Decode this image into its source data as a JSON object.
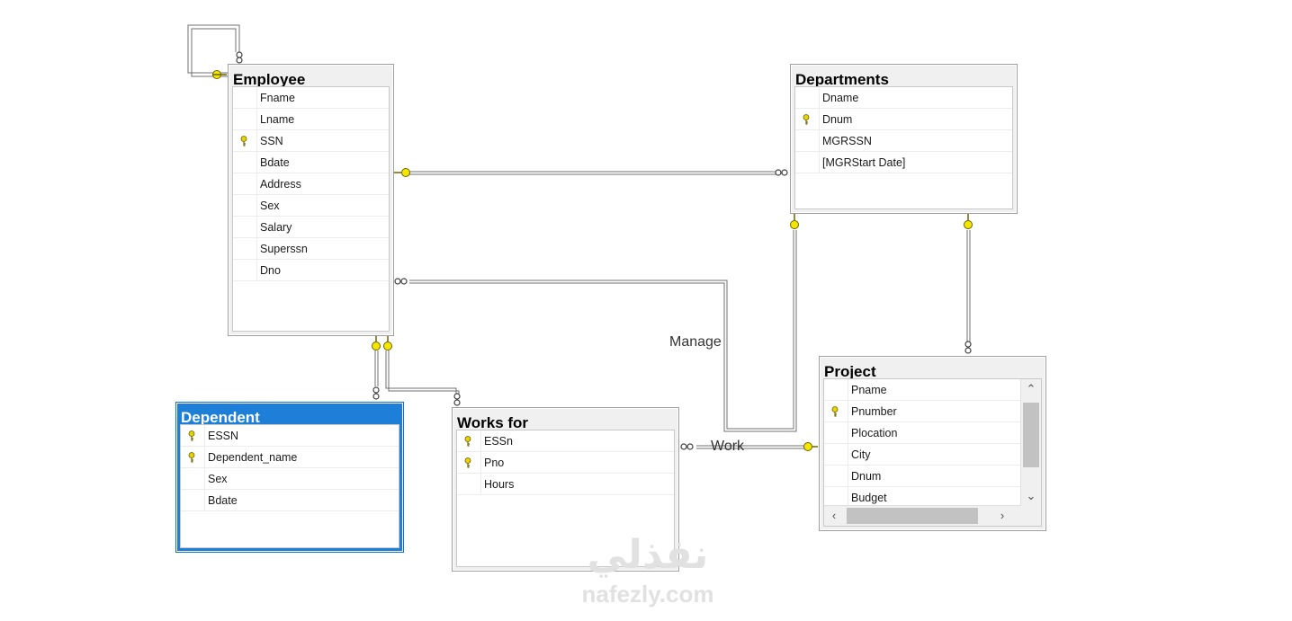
{
  "tables": [
    {
      "id": "employee",
      "title": "Employee",
      "columns": [
        {
          "name": "Fname",
          "key": false
        },
        {
          "name": "Lname",
          "key": false
        },
        {
          "name": "SSN",
          "key": true
        },
        {
          "name": "Bdate",
          "key": false
        },
        {
          "name": "Address",
          "key": false
        },
        {
          "name": "Sex",
          "key": false
        },
        {
          "name": "Salary",
          "key": false
        },
        {
          "name": "Superssn",
          "key": false
        },
        {
          "name": "Dno",
          "key": false
        }
      ]
    },
    {
      "id": "departments",
      "title": "Departments",
      "columns": [
        {
          "name": "Dname",
          "key": false
        },
        {
          "name": "Dnum",
          "key": true
        },
        {
          "name": "MGRSSN",
          "key": false
        },
        {
          "name": "[MGRStart Date]",
          "key": false
        }
      ]
    },
    {
      "id": "dependent",
      "title": "Dependent",
      "selected": true,
      "columns": [
        {
          "name": "ESSN",
          "key": true
        },
        {
          "name": "Dependent_name",
          "key": true
        },
        {
          "name": "Sex",
          "key": false
        },
        {
          "name": "Bdate",
          "key": false
        }
      ]
    },
    {
      "id": "works-for",
      "title": "Works for",
      "columns": [
        {
          "name": "ESSn",
          "key": true
        },
        {
          "name": "Pno",
          "key": true
        },
        {
          "name": "Hours",
          "key": false
        }
      ]
    },
    {
      "id": "project",
      "title": "Project",
      "scrollable": true,
      "columns": [
        {
          "name": "Pname",
          "key": false
        },
        {
          "name": "Pnumber",
          "key": true
        },
        {
          "name": "Plocation",
          "key": false
        },
        {
          "name": "City",
          "key": false
        },
        {
          "name": "Dnum",
          "key": false
        },
        {
          "name": "Budget",
          "key": false
        }
      ]
    }
  ],
  "relationship_labels": {
    "manage": "Manage",
    "work": "Work"
  },
  "colors": {
    "key_icon": "#e6d200",
    "selected_header": "#1e7fd8",
    "line": "#707070"
  },
  "watermark": {
    "arabic": "نفذلي",
    "latin": "nafezly.com"
  }
}
